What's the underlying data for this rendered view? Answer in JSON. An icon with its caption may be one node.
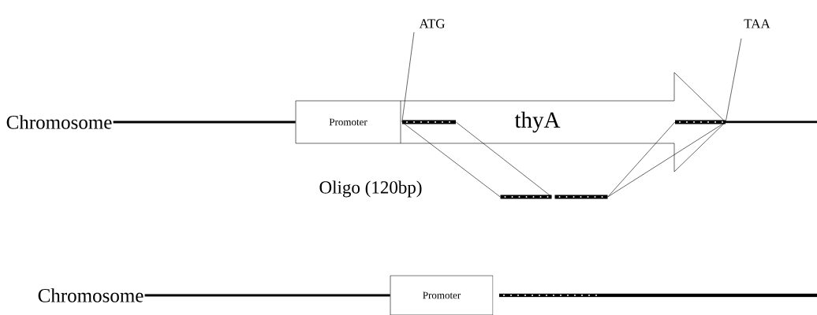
{
  "diagram": {
    "nodes": [
      {
        "text": [
          "Chromosome"
        ]
      },
      {
        "text": [
          "ATG"
        ]
      },
      {
        "text": [
          "TAA"
        ]
      },
      {
        "text": [
          "Promoter"
        ]
      },
      {
        "text": [
          "thyA"
        ]
      },
      {
        "text": [],
        "shape": "bar",
        "in": 4
      },
      {
        "text": [],
        "shape": "bar",
        "in": 4
      },
      {
        "text": [],
        "shape": "bar"
      },
      {
        "text": [],
        "shape": "bar"
      },
      {
        "text": [
          "Chromosome"
        ]
      },
      {
        "text": [
          "Promoter"
        ]
      }
    ],
    "edges": [
      {
        "from": 0,
        "to": 3,
        "arrow": "none",
        "style": "thick"
      },
      {
        "from": 1,
        "to": 5,
        "arrow": "none"
      },
      {
        "from": 2,
        "to": 6,
        "arrow": "none"
      },
      {
        "from": 5,
        "to": 7,
        "arrow": "none"
      },
      {
        "from": 5,
        "to": 7,
        "arrow": "none"
      },
      {
        "from": 6,
        "to": 8,
        "arrow": "none"
      },
      {
        "from": 6,
        "to": 8,
        "arrow": "none"
      },
      {
        "from": 9,
        "to": 10,
        "arrow": "none",
        "style": "thick"
      }
    ],
    "labels": [
      "Oligo (120bp)"
    ]
  }
}
